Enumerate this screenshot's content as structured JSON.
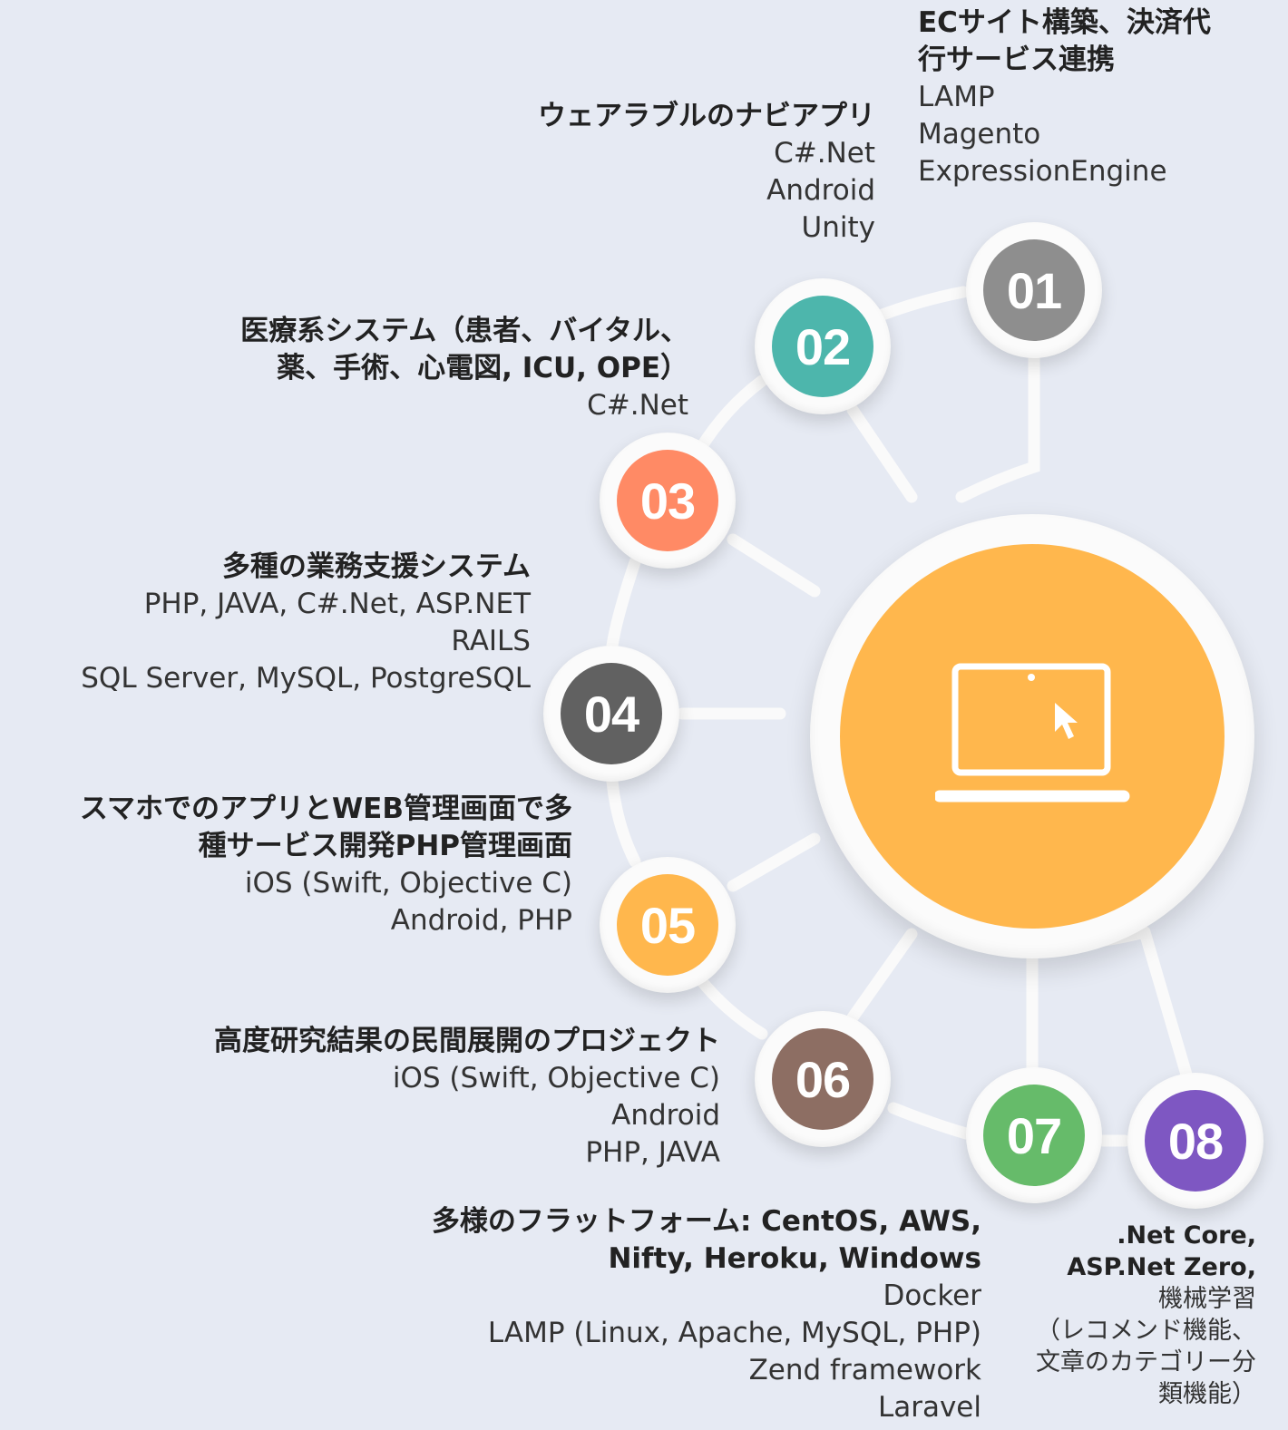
{
  "items": [
    {
      "num": "01",
      "color": "#8e8e8e",
      "title_lines": [
        "ECサイト構築、決済代",
        "行サービス連携"
      ],
      "details": [
        "LAMP",
        "Magento",
        "ExpressionEngine"
      ]
    },
    {
      "num": "02",
      "color": "#4db6ac",
      "title_lines": [
        "ウェアラブルのナビアプリ"
      ],
      "details": [
        "C#.Net",
        "Android",
        "Unity"
      ]
    },
    {
      "num": "03",
      "color": "#ff8a65",
      "title_lines": [
        "医療系システム（患者、バイタル、",
        "薬、手術、心電図, ICU, OPE）"
      ],
      "details": [
        "C#.Net"
      ]
    },
    {
      "num": "04",
      "color": "#616161",
      "title_lines": [
        "多種の業務支援システム"
      ],
      "details": [
        "PHP, JAVA, C#.Net, ASP.NET",
        "RAILS",
        "SQL Server, MySQL, PostgreSQL"
      ]
    },
    {
      "num": "05",
      "color": "#ffb74d",
      "title_lines": [
        "スマホでのアプリとWEB管理画面で多",
        "種サービス開発PHP管理画面"
      ],
      "details": [
        "iOS (Swift, Objective C)",
        "Android, PHP"
      ]
    },
    {
      "num": "06",
      "color": "#8d6e63",
      "title_lines": [
        "高度研究結果の民間展開のプロジェクト"
      ],
      "details": [
        "iOS (Swift, Objective C)",
        "Android",
        "PHP, JAVA"
      ]
    },
    {
      "num": "07",
      "color": "#66bb6a",
      "title_lines": [
        "多様のフラットフォーム: CentOS, AWS,",
        "Nifty, Heroku, Windows"
      ],
      "details": [
        "Docker",
        "LAMP (Linux, Apache, MySQL, PHP)",
        "Zend framework",
        "Laravel"
      ]
    },
    {
      "num": "08",
      "color": "#7e57c2",
      "title_lines": [
        ".Net Core,",
        "ASP.Net Zero,"
      ],
      "details": [
        "機械学習",
        "（レコメンド機能、",
        "文章のカテゴリー分",
        "類機能）"
      ]
    }
  ],
  "center": {
    "icon": "laptop-cursor-icon",
    "color": "#ffb74d"
  },
  "colors": {
    "background": "#e6eaf3",
    "connector": "#fafafa",
    "node_ring": "#fbfbfb"
  }
}
